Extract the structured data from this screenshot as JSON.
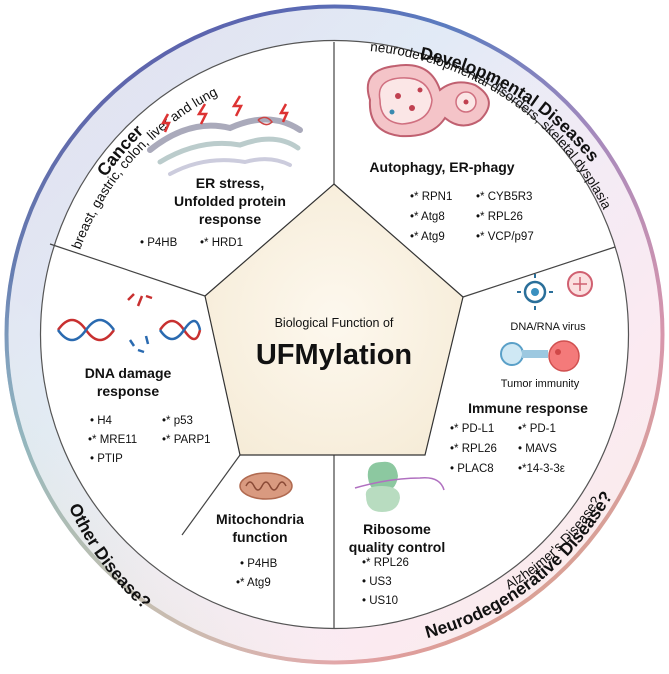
{
  "center": {
    "subtitle": "Biological Function of",
    "title": "UFMylation"
  },
  "ring": {
    "cancer": {
      "title": "Cancer",
      "subtitle": "breast, gastric, colon, liver and lung"
    },
    "developmental": {
      "title": "Developmental Diseases",
      "subtitle": "neurodevelopmental disorders, skeletal dysplasia"
    },
    "neurodegenerative": {
      "title": "Neurodegenerative Disease?",
      "subtitle": "Alzheimer's Disease?"
    },
    "other": {
      "title": "Other Disease?"
    }
  },
  "sections": {
    "er_stress": {
      "title": [
        "ER stress,",
        "Unfolded protein",
        "response"
      ],
      "items": [
        "• P4HB",
        "•* HRD1"
      ]
    },
    "autophagy": {
      "title": "Autophagy, ER-phagy",
      "col1": [
        "•* RPN1",
        "•* Atg8",
        "•* Atg9"
      ],
      "col2": [
        "•* CYB5R3",
        "•* RPL26",
        "•* VCP/p97"
      ]
    },
    "immune": {
      "label_virus": "DNA/RNA virus",
      "label_tumor": "Tumor immunity",
      "title": "Immune response",
      "col1": [
        "•* PD-L1",
        "•* RPL26",
        "• PLAC8"
      ],
      "col2": [
        "•* PD-1",
        "• MAVS",
        "•*14-3-3ε"
      ]
    },
    "ribosome": {
      "title": [
        "Ribosome",
        "quality control"
      ],
      "items": [
        "•* RPL26",
        "• US3",
        "• US10"
      ]
    },
    "mito": {
      "title": [
        "Mitochondria",
        "function"
      ],
      "items": [
        "• P4HB",
        "•* Atg9"
      ]
    },
    "dna": {
      "title": [
        "DNA damage",
        "response"
      ],
      "col1": [
        "• H4",
        "•* MRE11",
        "• PTIP"
      ],
      "col2": [
        "•* p53",
        "•* PARP1"
      ]
    }
  },
  "colors": {
    "ring_top_left": "#5b4a9e",
    "ring_top_right": "#4a7fc0",
    "ring_right": "#b890c8",
    "ring_bottom_right": "#e88ab0",
    "ring_bottom": "#d99a80",
    "ring_left": "#a8c880",
    "pentagon_fill": "#faf3e6",
    "divider": "#444444"
  },
  "icons": {
    "er": "endoplasmic-reticulum-icon",
    "autophagy": "autophagosome-icon",
    "virus": "virus-icon",
    "tumor": "tumor-immunity-icon",
    "ribosome": "ribosome-icon",
    "mito": "mitochondria-icon",
    "dna": "dna-icon"
  }
}
